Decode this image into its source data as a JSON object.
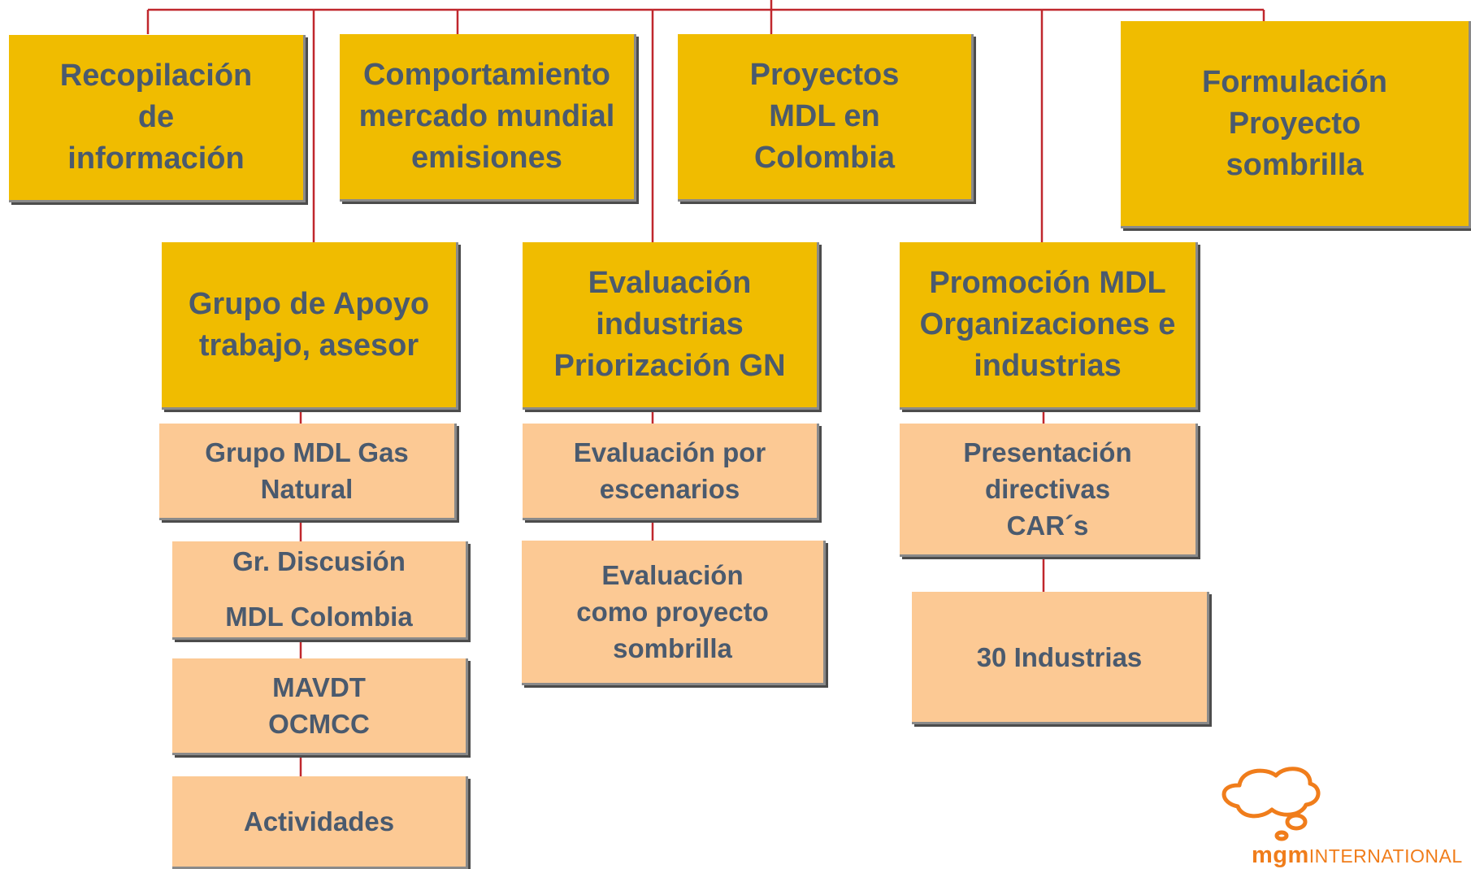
{
  "top_row": [
    {
      "label": "Recopilación\nde\ninformación"
    },
    {
      "label": "Comportamiento\nmercado mundial\nemisiones"
    },
    {
      "label": "Proyectos\nMDL en\nColombia"
    },
    {
      "label": "Formulación\nProyecto\nsombrilla"
    }
  ],
  "second_row": [
    {
      "label": "Grupo de Apoyo\ntrabajo, asesor"
    },
    {
      "label": "Evaluación\nindustrias\nPriorización GN"
    },
    {
      "label": "Promoción MDL\nOrganizaciones e\nindustrias"
    }
  ],
  "branch_apoyo": [
    {
      "label": "Grupo MDL Gas\nNatural"
    },
    {
      "label": "Gr. Discusión\n\nMDL Colombia"
    },
    {
      "label": "MAVDT\nOCMCC"
    },
    {
      "label": "Actividades"
    }
  ],
  "branch_evaluacion": [
    {
      "label": "Evaluación por\nescenarios"
    },
    {
      "label": "Evaluación\ncomo proyecto\nsombrilla"
    }
  ],
  "branch_promocion": [
    {
      "label": "Presentación\ndirectivas\nCAR´s"
    },
    {
      "label": "30 Industrias"
    }
  ],
  "logo": {
    "brand": "mgm",
    "suffix": "INTERNATIONAL"
  },
  "colors": {
    "top_box": "#f0bc00",
    "sub_box": "#fcc994",
    "text": "#4a5a6e",
    "connector": "#c0272d",
    "logo": "#f07d1b"
  }
}
